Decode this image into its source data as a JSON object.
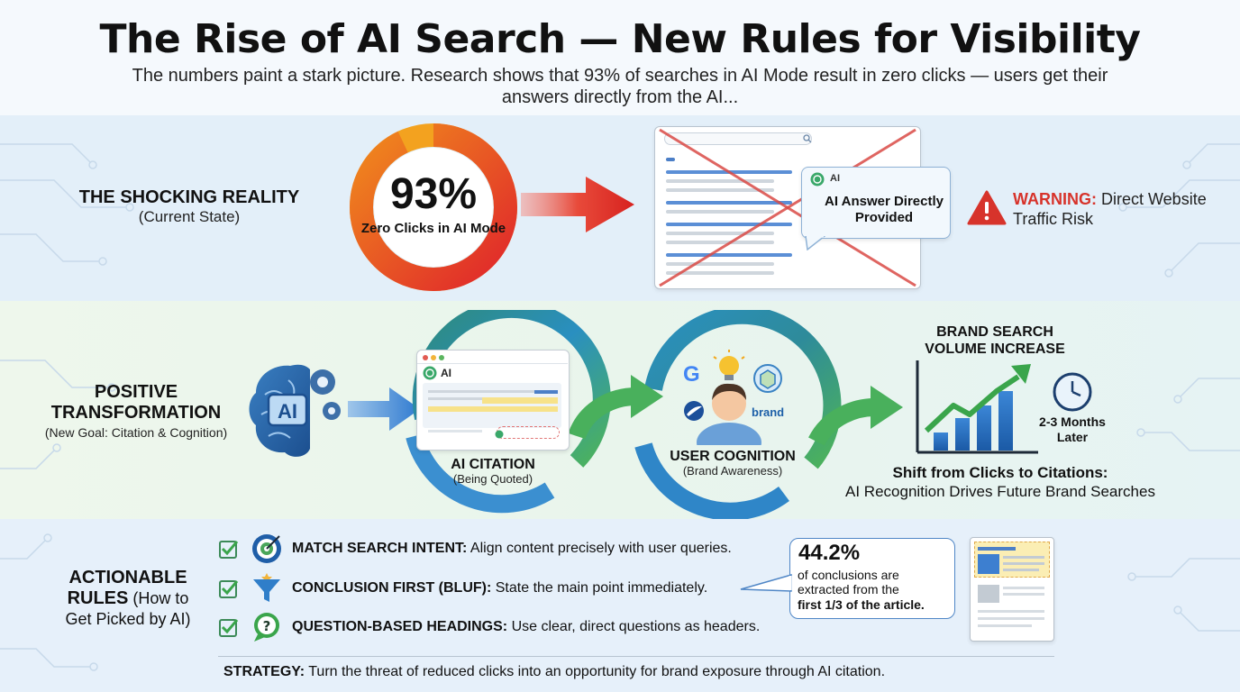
{
  "header": {
    "title": "The Rise of AI Search — New Rules for Visibility",
    "subtitle": "The numbers paint a stark picture. Research shows that 93% of searches in AI Mode result in zero clicks — users get their answers directly from the AI..."
  },
  "section1": {
    "label_bold": "THE SHOCKING REALITY",
    "label_sub": "(Current State)",
    "donut": {
      "percent_text": "93%",
      "percent_value": 93,
      "label": "Zero Clicks in AI Mode"
    },
    "bubble_tag": "AI",
    "bubble_text": "AI Answer Directly Provided",
    "warning_bold": "WARNING:",
    "warning_text": " Direct Website Traffic Risk",
    "colors": {
      "donut_start": "#e0262b",
      "donut_end": "#f08a1d",
      "donut_gap": "#f3a21f",
      "warning": "#d7332b"
    }
  },
  "section2": {
    "label_bold_1": "POSITIVE",
    "label_bold_2": "TRANSFORMATION",
    "label_sub": "(New Goal: Citation & Cognition)",
    "brain_text": "AI",
    "card_tag": "AI",
    "citation_title": "AI CITATION",
    "citation_sub": "(Being Quoted)",
    "cognition_title": "USER COGNITION",
    "cognition_sub": "(Brand Awareness)",
    "brand_word": "brand",
    "google_letter": "G",
    "brand_search_title": "BRAND SEARCH VOLUME INCREASE",
    "months_text": "2-3 Months Later",
    "shift_bold": "Shift from Clicks to Citations:",
    "shift_text": "AI Recognition Drives Future Brand Searches"
  },
  "section3": {
    "label_bold_1": "ACTIONABLE",
    "label_bold_2": "RULES",
    "label_inline": " (How to",
    "label_sub": "Get Picked by AI)",
    "rules": [
      {
        "title": "MATCH SEARCH INTENT:",
        "text": " Align content precisely with user queries."
      },
      {
        "title": "CONCLUSION FIRST (BLUF):",
        "text": " State the main point immediately."
      },
      {
        "title": "QUESTION-BASED HEADINGS:",
        "text": " Use clear, direct questions as headers."
      }
    ],
    "stat": {
      "value": "44.2%",
      "line1": "of conclusions are",
      "line2": "extracted from the",
      "line3": "first 1/3 of the article."
    },
    "strategy_bold": "STRATEGY:",
    "strategy_text": " Turn the threat of reduced clicks into an opportunity for brand exposure through AI citation."
  }
}
